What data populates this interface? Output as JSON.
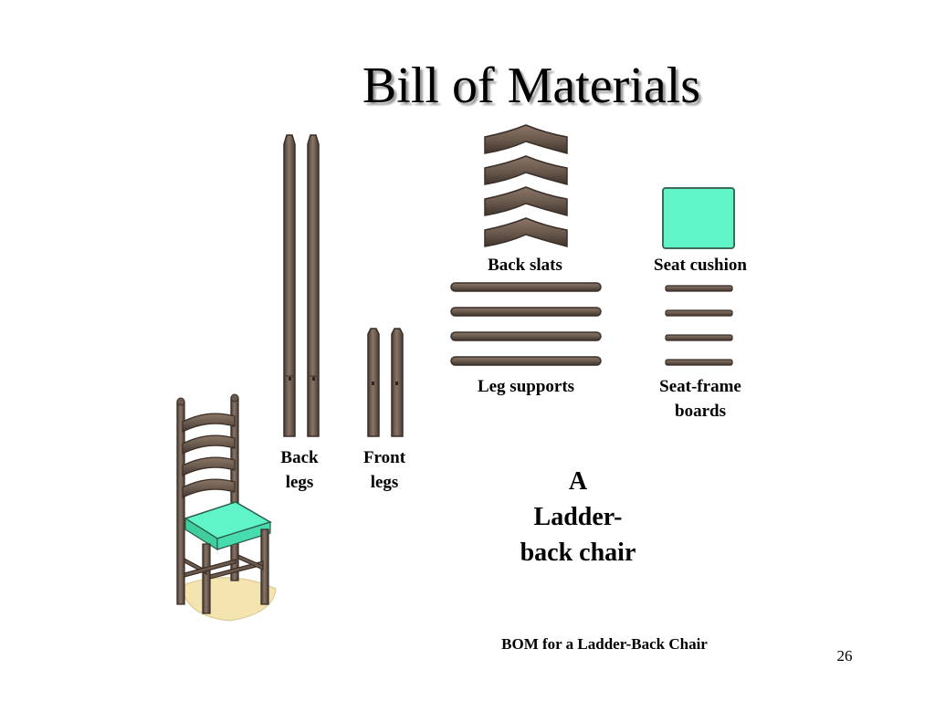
{
  "slide": {
    "title": "Bill of Materials",
    "labels": {
      "back_slats": "Back slats",
      "seat_cushion": "Seat cushion",
      "leg_supports": "Leg supports",
      "seat_frame_line1": "Seat-frame",
      "seat_frame_line2": "boards",
      "back_legs_line1": "Back",
      "back_legs_line2": "legs",
      "front_legs_line1": "Front",
      "front_legs_line2": "legs"
    },
    "product": {
      "line1": "A",
      "line2": "Ladder-",
      "line3": "back chair"
    },
    "caption": "BOM for a Ladder-Back Chair",
    "page_number": "26"
  },
  "colors": {
    "wood": "#6b5a4e",
    "wood_dark": "#3a2f28",
    "cushion": "#5ff5c8",
    "floor": "#f3e4b0"
  }
}
